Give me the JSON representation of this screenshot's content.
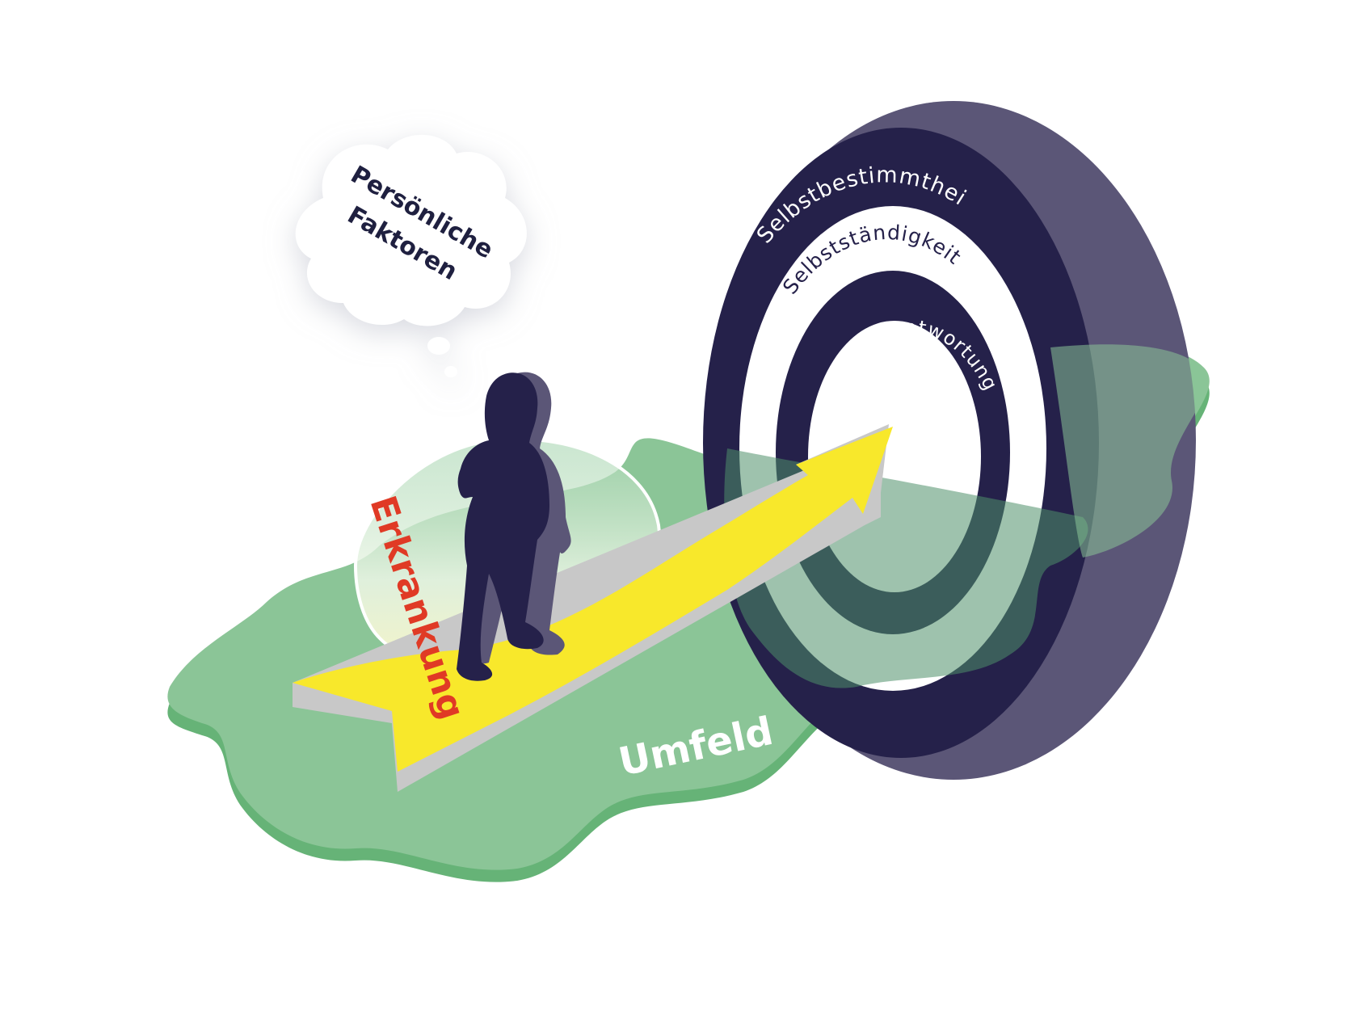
{
  "thought_bubble": {
    "line1": "Persönliche",
    "line2": "Faktoren"
  },
  "illness_label": "Erkrankung",
  "environment_label": "Umfeld",
  "target": {
    "outer_ring_label": "Selbstbestimmtheit",
    "middle_ring_label": "Selbstständigkeit",
    "inner_ring_label": "Selbstverantwortung"
  },
  "colors": {
    "navy": "#25214a",
    "navy_side": "#5b5677",
    "green": "#8bc597",
    "green_edge": "#66b377",
    "green_dark": "#4f8f69",
    "arrow_yellow": "#f8e82b",
    "arrow_side": "#c8c8c8",
    "illness_red": "#e03a25",
    "environment_text": "#ffffff"
  }
}
